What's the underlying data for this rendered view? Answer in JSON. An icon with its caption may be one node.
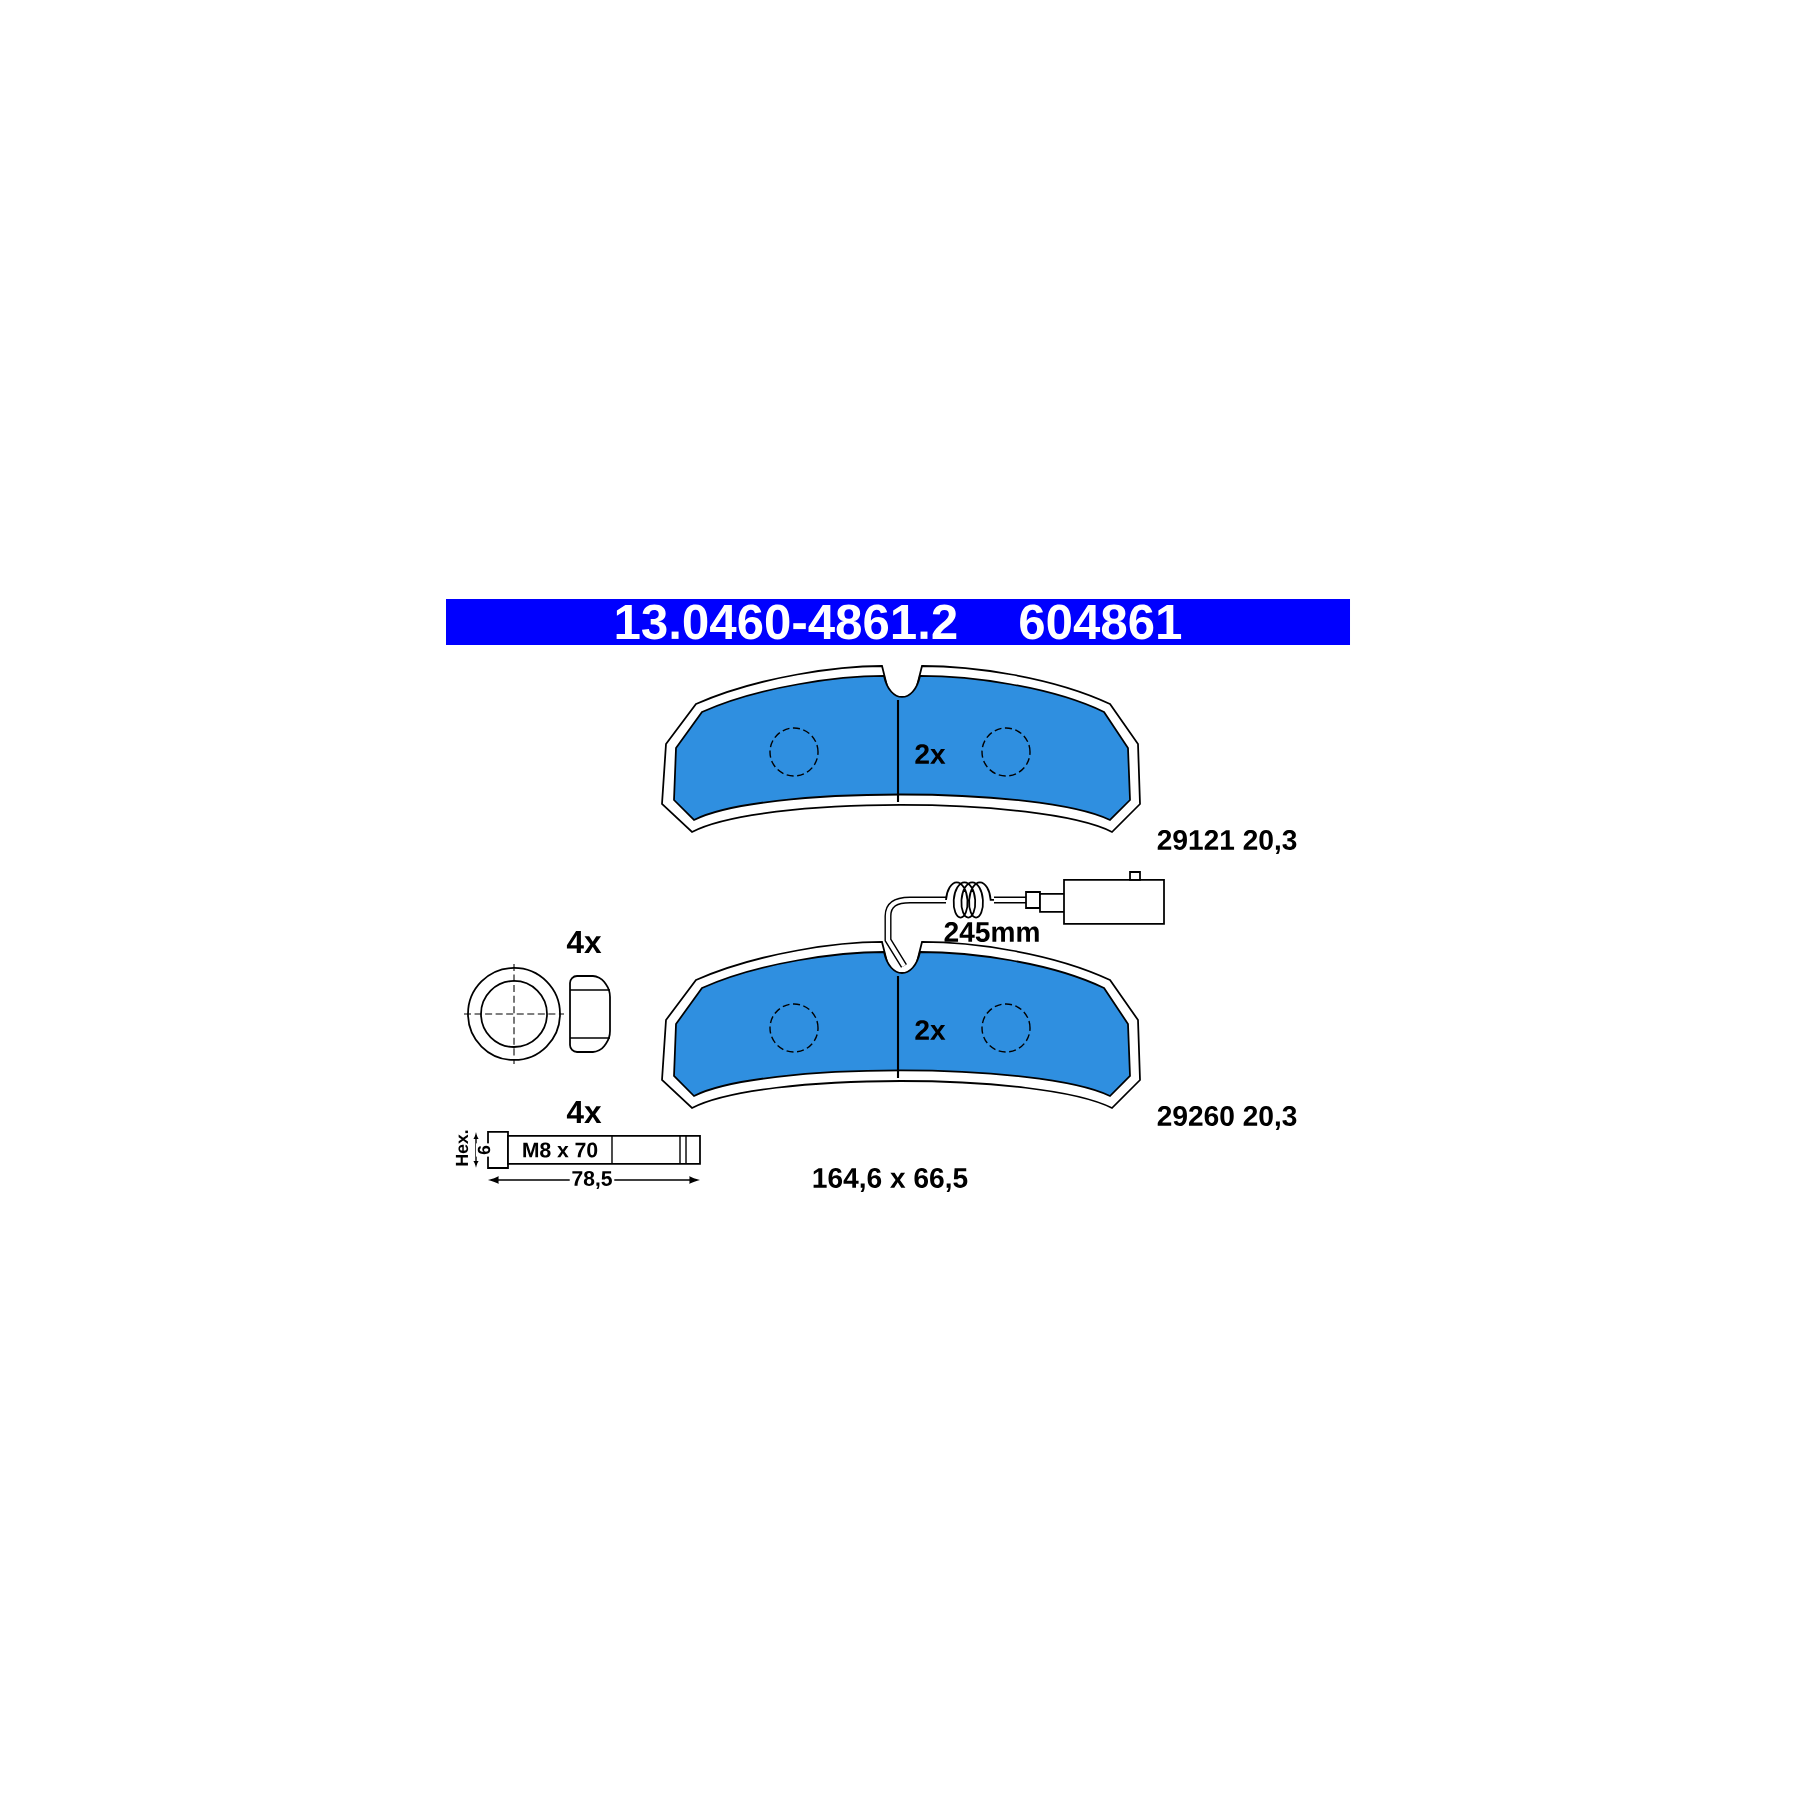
{
  "diagram": {
    "nodes": [
      {
        "text": [
          "13.0460-4861.2",
          "604861"
        ]
      },
      {
        "text": [
          "2x"
        ],
        "beside": [
          "29121 20,3"
        ]
      },
      {
        "text": [
          "2x"
        ],
        "beside": [
          "29260 20,3"
        ]
      }
    ],
    "labels": [
      "245mm",
      "4x",
      "4x",
      "Hex.",
      "6",
      "M8 x 70",
      "78,5",
      "164,6 x 66,5"
    ]
  }
}
